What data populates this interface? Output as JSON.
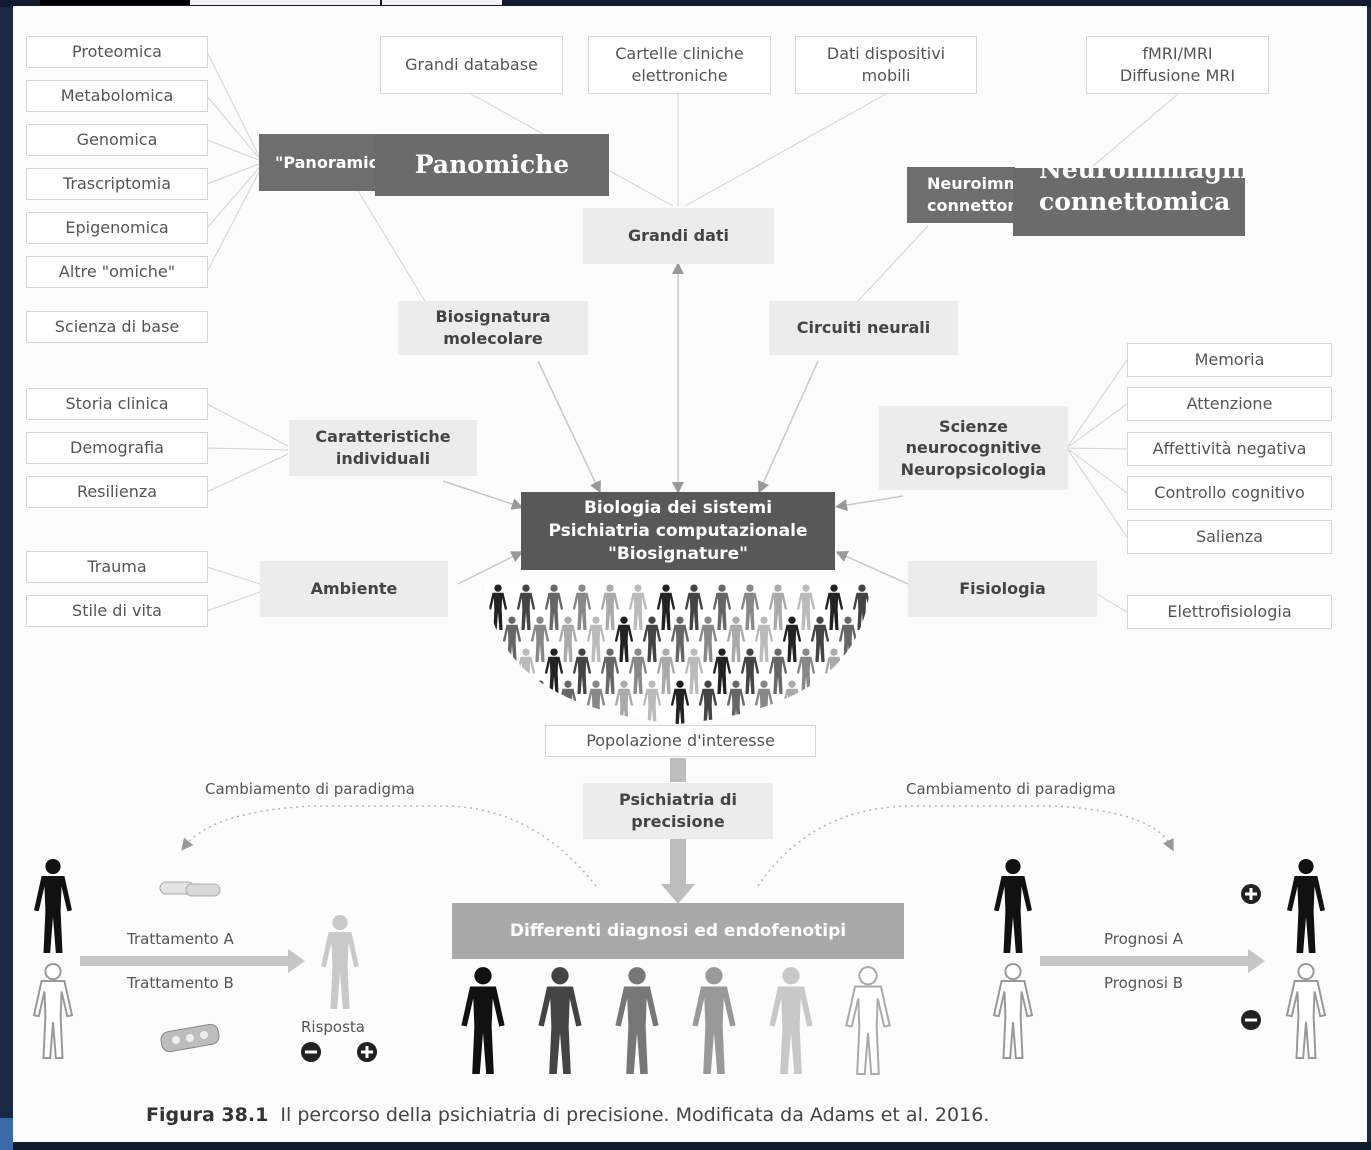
{
  "left_column": [
    "Proteomica",
    "Metabolomica",
    "Genomica",
    "Trascriptomia",
    "Epigenomica",
    "Altre \"omiche\"",
    "Scienza di base",
    "Storia clinica",
    "Demografia",
    "Resilienza",
    "Trauma",
    "Stile di vita"
  ],
  "top_row": [
    "Grandi database",
    "Cartelle cliniche elettroniche",
    "Dati dispositivi mobili",
    "fMRI/MRI Diffusione MRI"
  ],
  "right_column": [
    "Memoria",
    "Attenzione",
    "Affettività negativa",
    "Controllo cognitivo",
    "Salienza",
    "Elettrofisiologia"
  ],
  "hubs": {
    "panomiche_orig": "\"Panoramiche\"",
    "panomiche_overlay": "Panomiche",
    "neuro_orig": "Neuroimmagine connettomica",
    "neuro_overlay": "Neuroimmagine connettomica",
    "grandi_dati": "Grandi dati",
    "biosignatura": "Biosignatura molecolare",
    "circuiti": "Circuiti neurali",
    "caratteristiche": "Caratteristiche individuali",
    "scienze": "Scienze neurocognitive Neuropsicologia",
    "ambiente": "Ambiente",
    "fisiologia": "Fisiologia",
    "center_1": "Biologia dei sistemi",
    "center_2": "Psichiatria computazionale",
    "center_3": "\"Biosignature\"",
    "popolazione": "Popolazione d'interesse",
    "psichiatria_precisione": "Psichiatria di precisione",
    "differenti": "Differenti diagnosi ed endofenotipi"
  },
  "bottom": {
    "paradigm_left": "Cambiamento di paradigma",
    "paradigm_right": "Cambiamento di paradigma",
    "treatment_a": "Trattamento A",
    "treatment_b": "Trattamento B",
    "risposta": "Risposta",
    "prognosi_a": "Prognosi A",
    "prognosi_b": "Prognosi B"
  },
  "caption": {
    "label": "Figura 38.1",
    "text": "Il percorso della psichiatria di precisione. Modificata da Adams et al. 2016."
  }
}
